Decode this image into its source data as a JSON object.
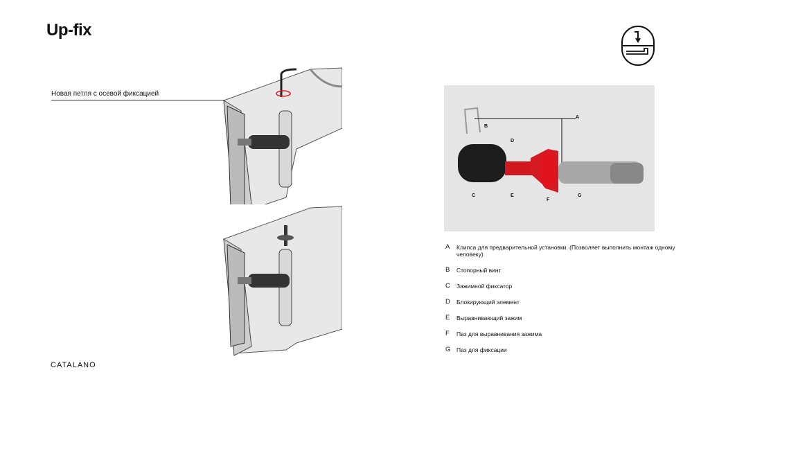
{
  "title": "Up-fix",
  "callout": "Новая петля с осевой фиксацией",
  "brand": "CATALANO",
  "diagram_labels": [
    "A",
    "B",
    "C",
    "D",
    "E",
    "F",
    "G"
  ],
  "legend": [
    {
      "key": "A",
      "text": "Клипса для предварительной установки. (Позволяет выполнить монтаж одному человеку)"
    },
    {
      "key": "B",
      "text": "Стопорный винт"
    },
    {
      "key": "C",
      "text": "Зажимной фиксатор"
    },
    {
      "key": "D",
      "text": "Блокирующий элемент"
    },
    {
      "key": "E",
      "text": "Выравнивающий зажим"
    },
    {
      "key": "F",
      "text": "Паз для выравнивания зажима"
    },
    {
      "key": "G",
      "text": "Паз для фиксации"
    }
  ],
  "colors": {
    "accent": "#e0141e",
    "photo_bg": "#e5e5e5"
  }
}
